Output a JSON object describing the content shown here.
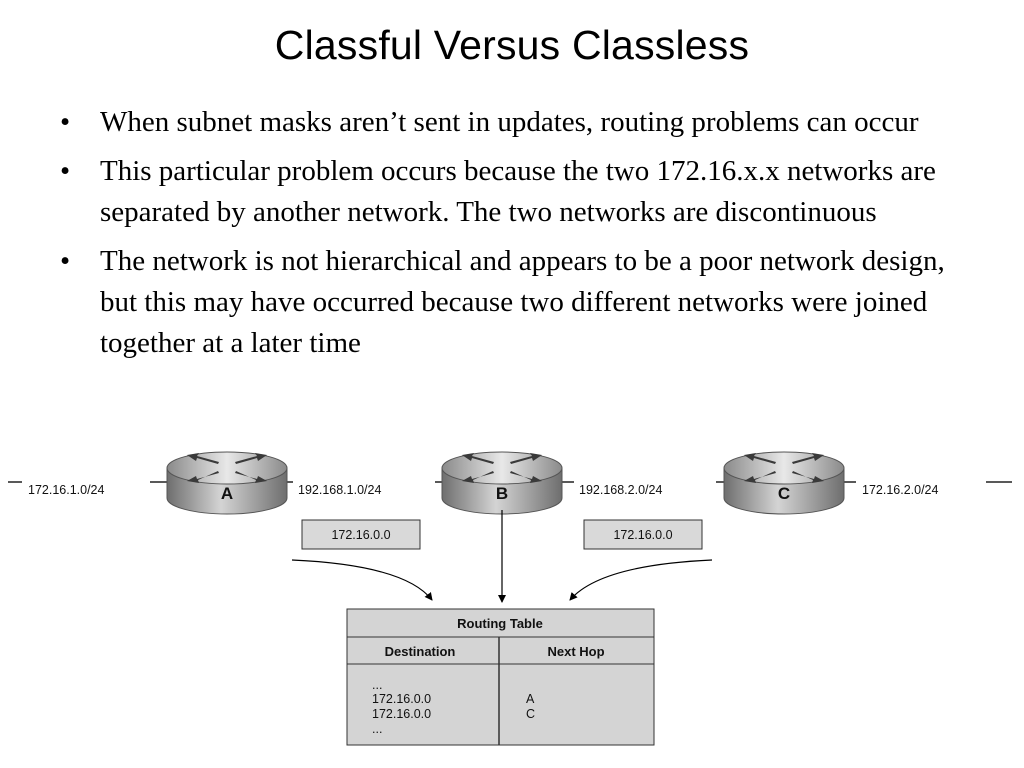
{
  "slide": {
    "title": "Classful Versus Classless",
    "bullets": [
      "When subnet masks aren’t sent in updates, routing problems can occur",
      "This particular problem occurs because the two 172.16.x.x networks are separated by another network. The two networks are discontinuous",
      "The network is not hierarchical and appears to be a poor network design, but this may have occurred because two different networks were joined together at a later time"
    ],
    "bullet_glyph": "•"
  },
  "diagram": {
    "routers": [
      {
        "label": "A"
      },
      {
        "label": "B"
      },
      {
        "label": "C"
      }
    ],
    "networks": [
      "172.16.1.0/24",
      "192.168.1.0/24",
      "192.168.2.0/24",
      "172.16.2.0/24"
    ],
    "updates": [
      "172.16.0.0",
      "172.16.0.0"
    ],
    "routing_table": {
      "title": "Routing Table",
      "columns": [
        "Destination",
        "Next Hop"
      ],
      "rows": [
        [
          "...",
          ""
        ],
        [
          "172.16.0.0",
          "A"
        ],
        [
          "172.16.0.0",
          "C"
        ],
        [
          "...",
          ""
        ]
      ]
    }
  }
}
